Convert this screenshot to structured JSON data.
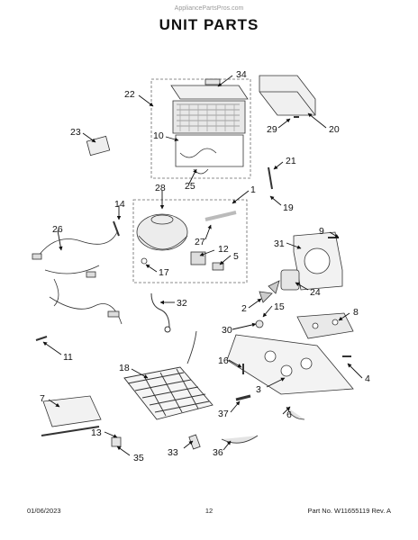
{
  "watermark": "AppliancePartsPros.com",
  "title": "UNIT PARTS",
  "callouts": [
    "34",
    "22",
    "29",
    "20",
    "23",
    "10",
    "21",
    "25",
    "19",
    "28",
    "1",
    "14",
    "26",
    "9",
    "27",
    "12",
    "31",
    "5",
    "17",
    "24",
    "32",
    "2",
    "15",
    "8",
    "30",
    "11",
    "16",
    "4",
    "18",
    "3",
    "7",
    "6",
    "37",
    "13",
    "33",
    "35",
    "36"
  ],
  "footer": {
    "date": "01/06/2023",
    "page": "12",
    "part": "Part No. W11655119  Rev. A"
  }
}
